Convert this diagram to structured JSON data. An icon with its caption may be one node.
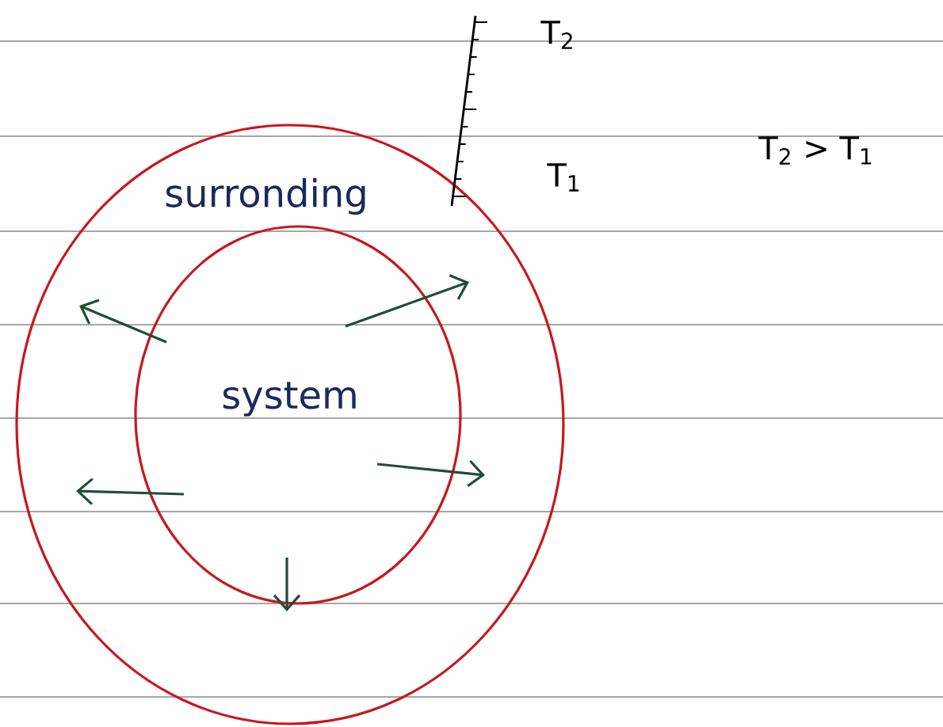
{
  "diagram": {
    "nodes": [
      {
        "text": [
          "surronding"
        ]
      },
      {
        "text": [
          "system"
        ],
        "in": 0
      }
    ],
    "labels": [
      "T$_{2}$",
      "T$_{1}$",
      "T$_{2}$ > T$_{1}$"
    ]
  }
}
